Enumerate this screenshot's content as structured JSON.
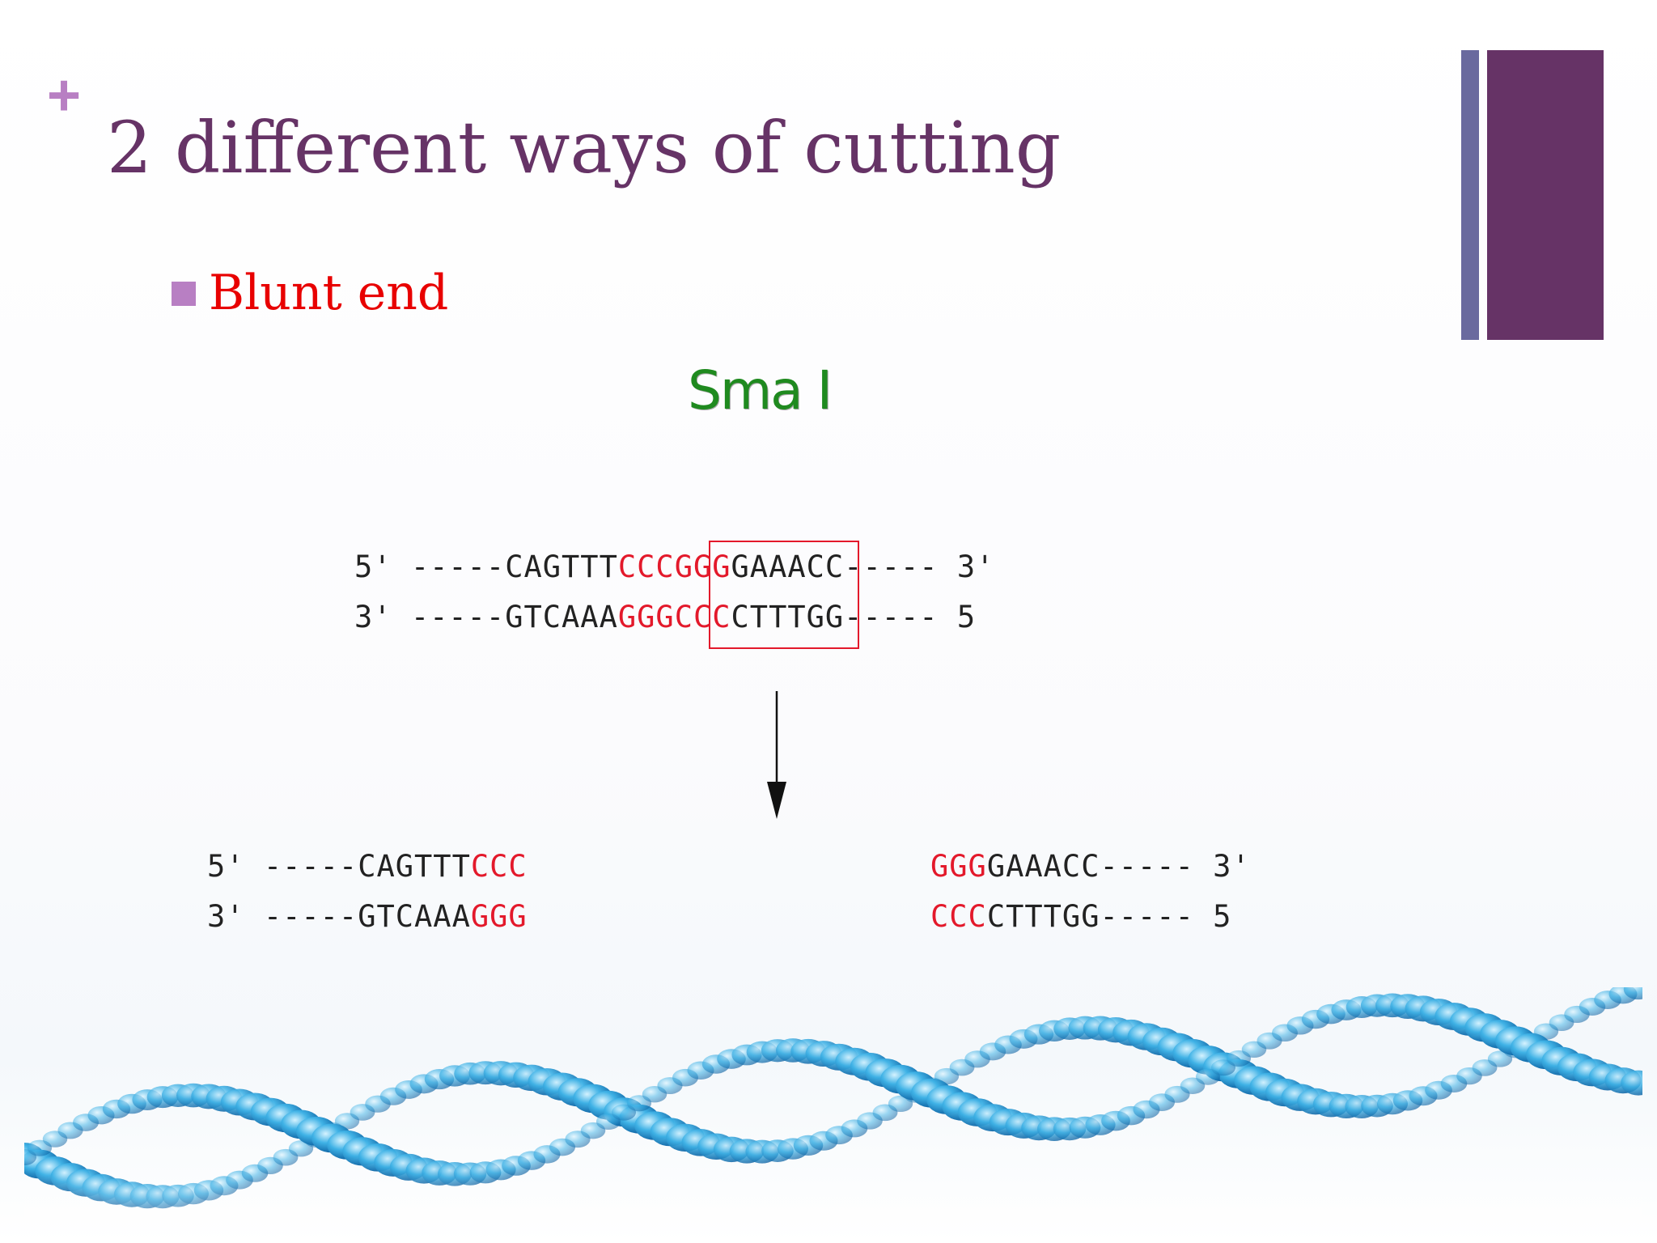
{
  "slide": {
    "plus_sign": "+",
    "title": "2 different ways of cutting",
    "bullet": "Blunt end",
    "enzyme_label": "Sma I"
  },
  "sequences": {
    "before": {
      "top": {
        "prefix": "5' -----CAGTTT",
        "site": "CCCGGG",
        "suffix": "GAAACC----- 3'"
      },
      "bottom": {
        "prefix": "3' -----GTCAAA",
        "site": "GGGCCC",
        "suffix": "CTTTGG----- 5"
      }
    },
    "after_left": {
      "top": {
        "prefix": "5' -----CAGTTT",
        "site": "CCC"
      },
      "bottom": {
        "prefix": "3' -----GTCAAA",
        "site": "GGG"
      }
    },
    "after_right": {
      "top": {
        "site": "GGG",
        "suffix": "GAAACC----- 3'"
      },
      "bottom": {
        "site": "CCC",
        "suffix": "CTTTGG----- 5"
      }
    }
  },
  "colors": {
    "title": "#663366",
    "plus": "#b87fc3",
    "bullet_square": "#b87fc3",
    "bullet_text": "#e80000",
    "enzyme_label": "#1f8a1f",
    "sequence": "#222222",
    "restriction_site": "#e3192b",
    "bar_thin": "#6a6a9e",
    "bar_thick": "#663366"
  },
  "icons": {
    "dna_helix": "dna-helix-illustration",
    "arrow": "down-arrow-icon"
  }
}
